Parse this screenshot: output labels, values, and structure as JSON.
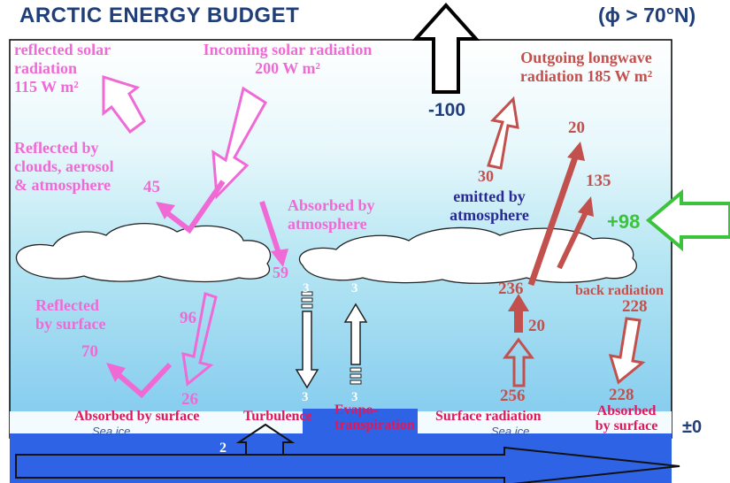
{
  "title": "ARCTIC ENERGY BUDGET",
  "latitude": "(ϕ > 70°N)",
  "labels": {
    "reflected_solar": [
      "reflected solar",
      "radiation",
      "115 W m²"
    ],
    "incoming_solar": [
      "Incoming solar radiation",
      "200 W m²"
    ],
    "outgoing_longwave": [
      "Outgoing longwave",
      "radiation 185 W m²"
    ],
    "reflected_clouds": [
      "Reflected by",
      "clouds, aerosol",
      "& atmosphere"
    ],
    "absorbed_atmosphere": [
      "Absorbed by",
      "atmosphere"
    ],
    "emitted_atmosphere": [
      "emitted by",
      "atmosphere"
    ],
    "reflected_surface": [
      "Reflected",
      "by surface"
    ],
    "back_radiation": "back radiation",
    "absorbed_surface_left": "Absorbed by surface",
    "turbulence": "Turbulence",
    "evapotranspiration": [
      "Evapo-",
      "transpiration"
    ],
    "surface_radiation": "Surface radiation",
    "absorbed_surface_right": [
      "Absorbed",
      "by surface"
    ],
    "sea_ice_left": "Sea ice",
    "sea_ice_right": "Sea ice"
  },
  "values": {
    "top_net": "-100",
    "lateral_net": "+98",
    "surface_net": "±0",
    "reflected_clouds": "45",
    "absorbed_atmosphere": "59",
    "reflected_surface": "70",
    "solar_to_surface": "96",
    "solar_absorbed_surface": "26",
    "atmos_emitted_top": "30",
    "surface_window": "20",
    "atmos_emitted_135": "135",
    "surface_236": "236",
    "surface_20b": "20",
    "back_radiation": "228",
    "back_radiation_absorbed": "228",
    "surface_radiation": "256",
    "turbulence_up_top": "3",
    "turbulence_bottom": "3",
    "evap_top": "3",
    "evap_bottom": "3",
    "ocean_heat": "2"
  },
  "colors": {
    "title": "#1f3e7a",
    "solar": "#f06ad6",
    "longwave": "#c2504d",
    "surface_text": "#e0185a",
    "advection": "#3bc33b",
    "ocean": "#2f63e6"
  }
}
